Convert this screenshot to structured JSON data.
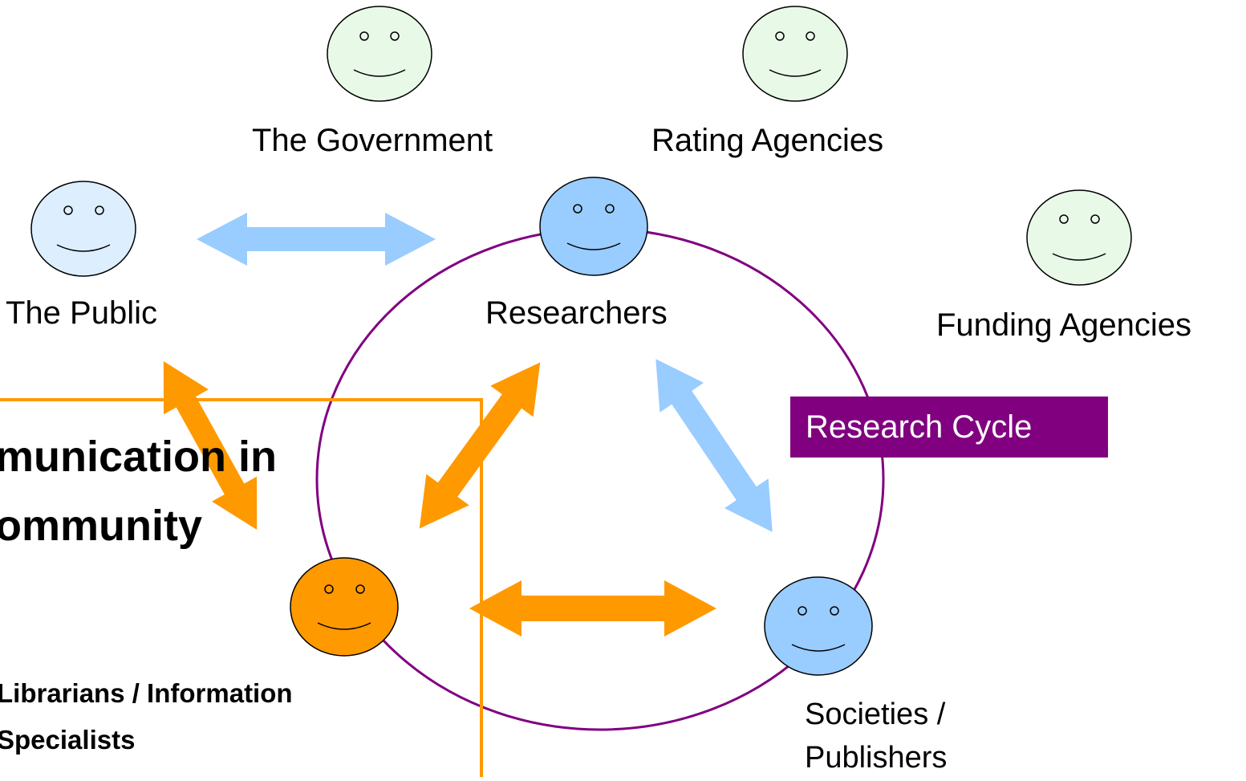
{
  "colors": {
    "cycle_ring": "#800080",
    "orange": "#FF9900",
    "light_blue_arrow": "#99CCFF",
    "face_green": "#E8F9E8",
    "face_blue": "#99CCFF",
    "face_light_blue": "#DDEEFF",
    "face_orange": "#FF9900",
    "tag_bg": "#800080",
    "tag_text": "#FFFFFF"
  },
  "title": {
    "line1": "munication in",
    "line2": "ommunity"
  },
  "actors": {
    "government": "The Government",
    "rating": "Rating Agencies",
    "public": "The Public",
    "researchers": "Researchers",
    "funding": "Funding Agencies",
    "librarians_line1": "Librarians / Information",
    "librarians_line2": "Specialists",
    "societies_line1": "Societies /",
    "societies_line2": "Publishers"
  },
  "cycle_tag": "Research Cycle",
  "icons": [
    "smiley-face-icon",
    "double-arrow-icon"
  ]
}
